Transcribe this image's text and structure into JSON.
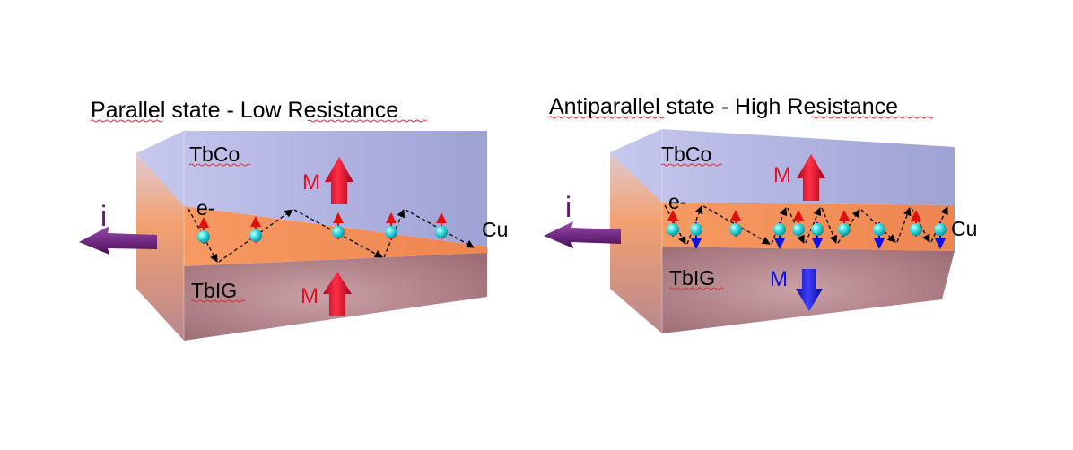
{
  "panels": [
    {
      "title": "Parallel state - Low Resistance",
      "top_layer": "TbCo",
      "spacer_layer": "Cu",
      "bottom_layer": "TbIG",
      "electron_label": "e-",
      "current_label": "i",
      "top_magnetization": {
        "label": "M",
        "direction": "up",
        "color": "#e0102a"
      },
      "bottom_magnetization": {
        "label": "M",
        "direction": "up",
        "color": "#e0102a"
      }
    },
    {
      "title": "Antiparallel state - High Resistance",
      "top_layer": "TbCo",
      "spacer_layer": "Cu",
      "bottom_layer": "TbIG",
      "electron_label": "e-",
      "current_label": "i",
      "top_magnetization": {
        "label": "M",
        "direction": "up",
        "color": "#e0102a"
      },
      "bottom_magnetization": {
        "label": "M",
        "direction": "down",
        "color": "#1010e0"
      }
    }
  ],
  "colors": {
    "top_layer": "#b4b8e6",
    "spacer_layer": "#f59058",
    "bottom_layer": "#b8868e",
    "electron": "#30d8dc",
    "spin_up": "#e01010",
    "spin_down": "#1010e0",
    "current_arrow": "#6a1f7a"
  }
}
